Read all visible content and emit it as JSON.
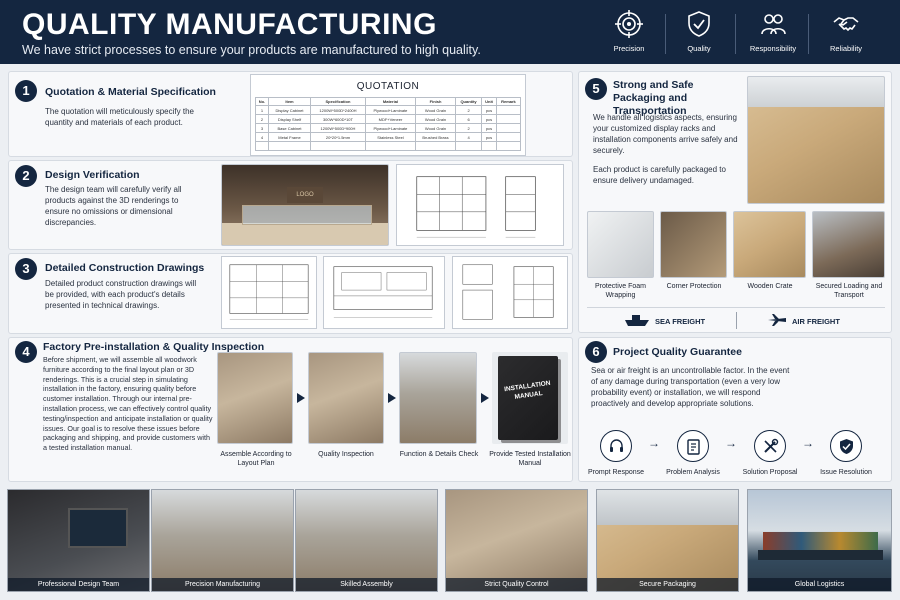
{
  "header": {
    "title": "QUALITY MANUFACTURING",
    "subtitle": "We have strict processes to ensure your products are manufactured to high quality.",
    "values": [
      {
        "label": "Precision",
        "icon": "target-icon"
      },
      {
        "label": "Quality",
        "icon": "shield-check-icon"
      },
      {
        "label": "Responsibility",
        "icon": "people-icon"
      },
      {
        "label": "Reliability",
        "icon": "handshake-icon"
      }
    ]
  },
  "step1": {
    "num": "1",
    "title": "Quotation & Material Specification",
    "body": "The quotation will meticulously specify the quantity and materials of each product.",
    "quote_title": "QUOTATION",
    "headers": [
      "No.",
      "Item",
      "Specification",
      "Material",
      "Finish",
      "Quantity",
      "Unit",
      "Remark"
    ],
    "rows": [
      [
        "1",
        "Display Cabinet",
        "1200W*500D*2400H",
        "Plywood+Laminate",
        "Wood Grain",
        "2",
        "pcs",
        ""
      ],
      [
        "2",
        "Display Shelf",
        "300W*600D*10T",
        "MDF+Veneer",
        "Wood Grain",
        "6",
        "pcs",
        ""
      ],
      [
        "3",
        "Base Cabinet",
        "1200W*500D*900H",
        "Plywood+Laminate",
        "Wood Grain",
        "2",
        "pcs",
        ""
      ],
      [
        "4",
        "Metal Frame",
        "20*20*1.5mm",
        "Stainless Steel",
        "Brushed Brass",
        "4",
        "pcs",
        ""
      ]
    ]
  },
  "step2": {
    "num": "2",
    "title": "Design Verification",
    "body": "The design team will carefully verify all products against the 3D renderings to ensure no omissions or dimensional discrepancies.",
    "logo": "LOGO"
  },
  "step3": {
    "num": "3",
    "title": "Detailed Construction Drawings",
    "body": "Detailed product construction drawings will be provided, with each product's details presented in technical drawings."
  },
  "step4": {
    "num": "4",
    "title": "Factory Pre-installation & Quality Inspection",
    "body": "Before shipment, we will assemble all woodwork furniture according to the final layout plan or 3D renderings. This is a crucial step in simulating installation in the factory, ensuring quality before customer installation. Through our internal pre-installation process, we can effectively control quality testing/inspection and anticipate installation or quality issues. Our goal is to resolve these issues before packaging and shipping, and provide customers with a tested installation manual.",
    "captions": [
      "Assemble According to Layout Plan",
      "Quality Inspection",
      "Function & Details Check",
      "Provide Tested Installation Manual"
    ],
    "manual_text": "INSTALLATION MANUAL"
  },
  "step5": {
    "num": "5",
    "title": "Strong and Safe Packaging and Transportation",
    "body1": "We handle all logistics aspects, ensuring your customized display racks and installation components arrive safely and securely.",
    "body2": "Each product is carefully packaged to ensure delivery undamaged.",
    "captions": [
      "Protective Foam Wrapping",
      "Corner Protection",
      "Wooden Crate",
      "Secured Loading and Transport"
    ],
    "sea": "SEA FREIGHT",
    "air": "AIR FREIGHT"
  },
  "step6": {
    "num": "6",
    "title": "Project Quality Guarantee",
    "body": "Sea or air freight is an uncontrollable factor. In the event of any damage during transportation (even a very low probability event) or installation, we will respond proactively and develop appropriate solutions.",
    "flow": [
      "Prompt Response",
      "Problem Analysis",
      "Solution Proposal",
      "Issue Resolution"
    ]
  },
  "strip": [
    "Professional Design Team",
    "Precision Manufacturing",
    "Skilled Assembly",
    "Strict Quality Control",
    "Secure Packaging",
    "Global Logistics"
  ]
}
